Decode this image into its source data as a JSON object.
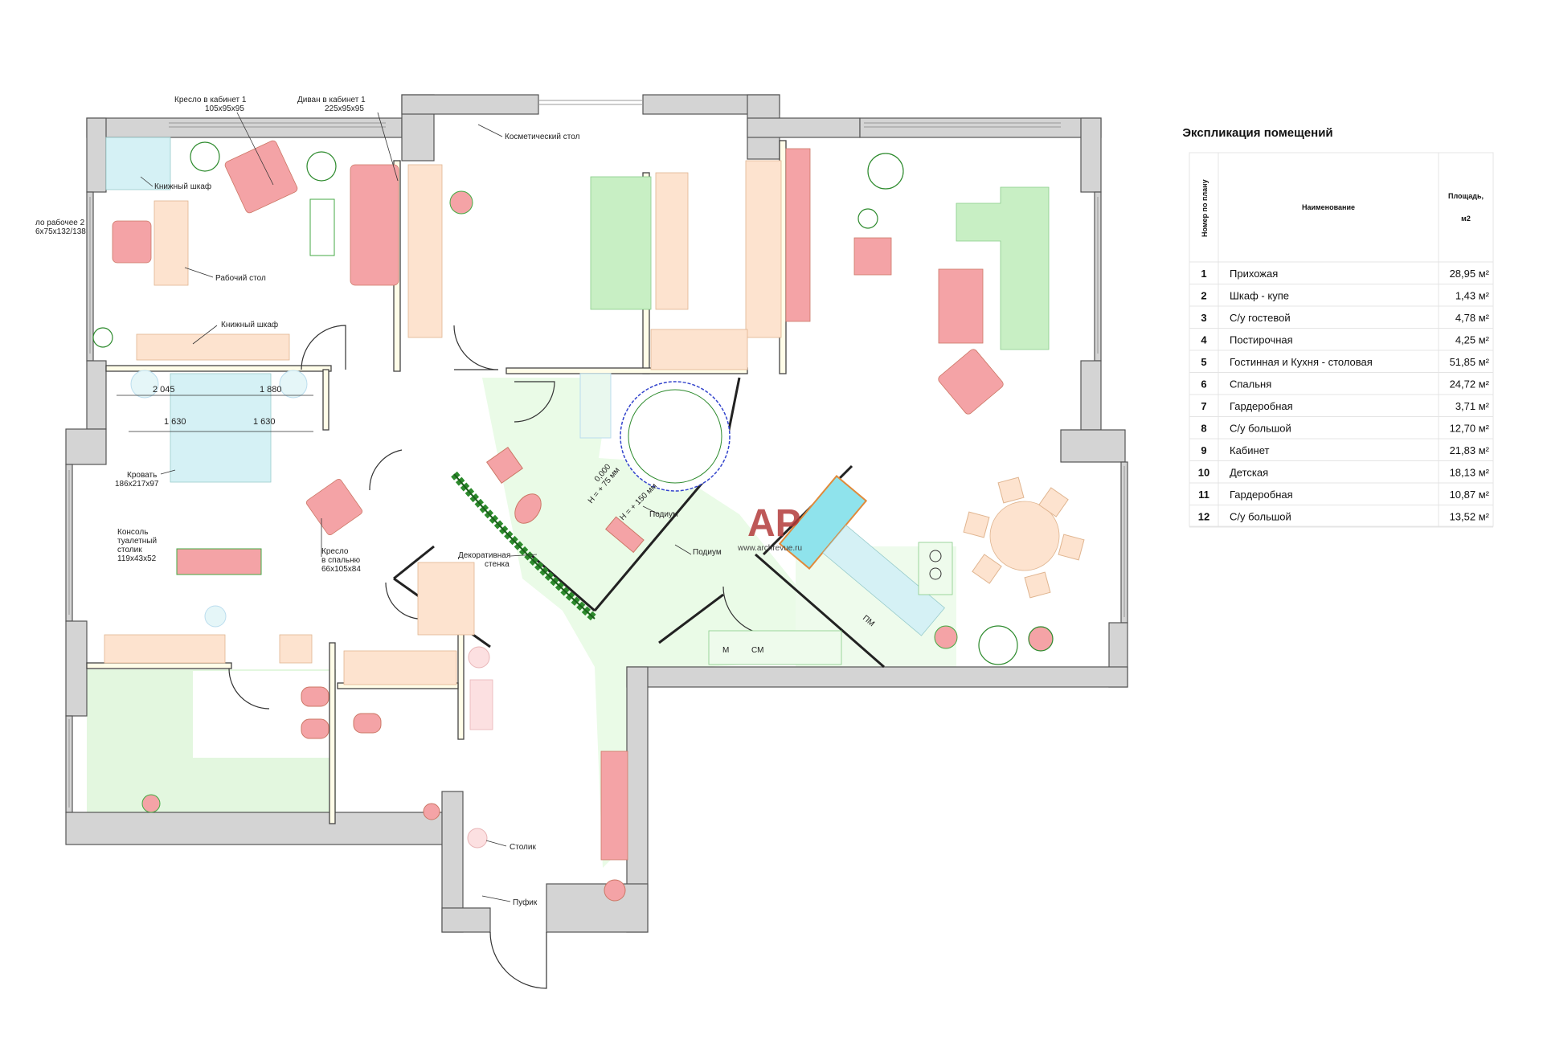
{
  "plan": {
    "labels": {
      "armchair_office": "Кресло в кабинет 1",
      "armchair_office_size": "105x95x95",
      "sofa_office": "Диван в кабинет 1",
      "sofa_office_size": "225x95x95",
      "cosmetic_table": "Косметический стол",
      "bookcase_1": "Книжный шкаф",
      "work_chair": "ло рабочее 2",
      "work_chair_size": "6x75x132/138",
      "desk": "Рабочий стол",
      "bookcase_2": "Книжный шкаф",
      "bed": "Кровать",
      "bed_size": "186x217x97",
      "console_1": "Консоль",
      "console_2": "туалетный",
      "console_3": "столик",
      "console_size": "119x43x52",
      "armchair_bedroom_1": "Кресло",
      "armchair_bedroom_2": "в спальню",
      "armchair_bedroom_size": "66x105x84",
      "deco_wall_1": "Декоративная",
      "deco_wall_2": "стенка",
      "podium_1": "Подиум",
      "podium_2": "Подиум",
      "level_0": "0,000",
      "level_75": "H = + 75 мм",
      "level_150": "H = + 150 мм",
      "table_small": "Столик",
      "pouf": "Пуфик",
      "dim_2045": "2 045",
      "dim_1880": "1 880",
      "dim_1630a": "1 630",
      "dim_1630b": "1 630",
      "appl_m": "М",
      "appl_sm": "СМ",
      "appl_pm": "ПМ",
      "logo": "АР",
      "logo_url": "www.archrevue.ru"
    }
  },
  "explication": {
    "title": "Экспликация помещений",
    "col_number": "Номер по плану",
    "col_name": "Наименование",
    "col_area_1": "Площадь,",
    "col_area_2": "м2",
    "rows": [
      {
        "num": "1",
        "name": "Прихожая",
        "area": "28,95 м²"
      },
      {
        "num": "2",
        "name": "Шкаф - купе",
        "area": "1,43 м²"
      },
      {
        "num": "3",
        "name": "С/у гостевой",
        "area": "4,78 м²"
      },
      {
        "num": "4",
        "name": "Постирочная",
        "area": "4,25 м²"
      },
      {
        "num": "5",
        "name": "Гостинная и Кухня - столовая",
        "area": "51,85 м²"
      },
      {
        "num": "6",
        "name": "Спальня",
        "area": "24,72 м²"
      },
      {
        "num": "7",
        "name": "Гардеробная",
        "area": "3,71 м²"
      },
      {
        "num": "8",
        "name": "С/у большой",
        "area": "12,70 м²"
      },
      {
        "num": "9",
        "name": "Кабинет",
        "area": "21,83 м²"
      },
      {
        "num": "10",
        "name": "Детская",
        "area": "18,13 м²"
      },
      {
        "num": "11",
        "name": "Гардеробная",
        "area": "10,87 м²"
      },
      {
        "num": "12",
        "name": "С/у большой",
        "area": "13,52 м²"
      }
    ]
  },
  "colors": {
    "wall": "#d4d4d4",
    "wall_stroke": "#555555",
    "furniture_red": "#f4a3a6",
    "furniture_peach": "#fde3cf",
    "furniture_green": "#c8efc4",
    "water_blue": "#8fe3ec",
    "light_blue": "#d5f1f5",
    "floor_green": "#eafbe7"
  }
}
